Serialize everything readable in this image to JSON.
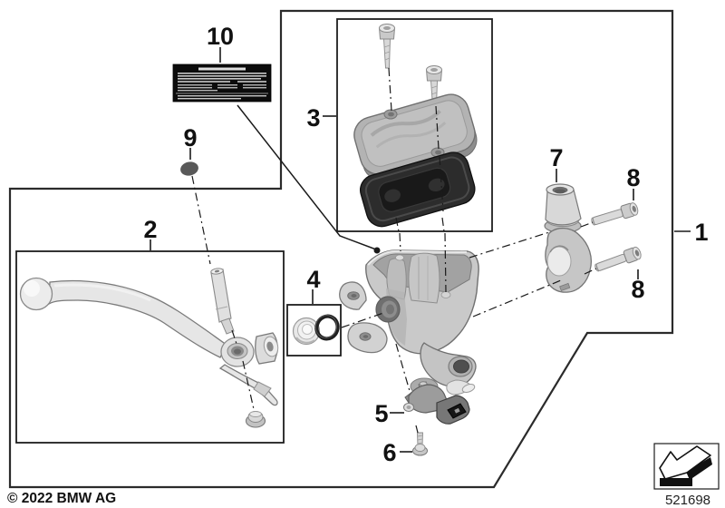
{
  "page": {
    "background": "#ffffff",
    "description_icon": "bmw-parts-exploded-diagram"
  },
  "callouts": {
    "n1": "1",
    "n2": "2",
    "n3": "3",
    "n4": "4",
    "n5": "5",
    "n6": "6",
    "n7": "7",
    "n8a": "8",
    "n8b": "8",
    "n9": "9",
    "n10": "10"
  },
  "footer": {
    "copyright": "© 2022 BMW AG",
    "drawing_number": "521698"
  },
  "colors": {
    "line": "#1a1a1a",
    "border": "#2b2b2b",
    "metal_light": "#ebebeb",
    "metal_mid": "#c7c7c7",
    "metal_dark": "#8f8f8f",
    "sticker_background": "#0c0c0c",
    "rubber_diaphragm": "#2b2b2b",
    "arrow_black": "#111111"
  }
}
